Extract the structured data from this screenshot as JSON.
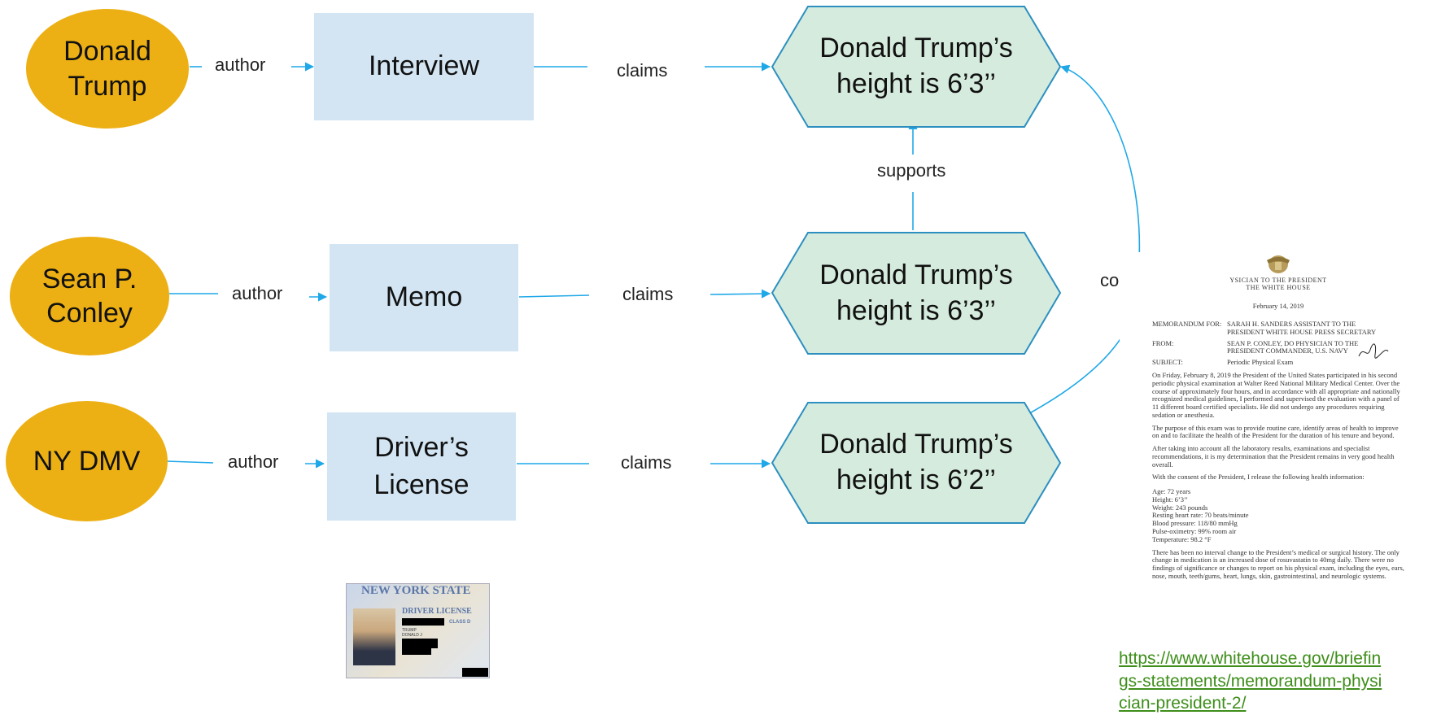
{
  "nodes": {
    "person_trump": "Donald Trump",
    "person_conley": "Sean P. Conley",
    "person_dmv": "NY DMV",
    "doc_interview": "Interview",
    "doc_memo": "Memo",
    "doc_license": "Driver’s License",
    "claim_1": "Donald Trump’s height is 6’3’’",
    "claim_2": "Donald Trump’s height is 6’3’’",
    "claim_3": "Donald Trump’s height is 6’2’’"
  },
  "edges": {
    "author_1": "author",
    "author_2": "author",
    "author_3": "author",
    "claims_1": "claims",
    "claims_2": "claims",
    "claims_3": "claims",
    "supports": "supports",
    "contradicts": "contradicts"
  },
  "memo": {
    "header_line1": "YSICIAN TO THE PRESIDENT",
    "header_line2": "THE WHITE HOUSE",
    "date": "February 14, 2019",
    "for_label": "MEMORANDUM FOR:",
    "for_value": "SARAH H. SANDERS ASSISTANT TO THE PRESIDENT WHITE HOUSE PRESS SECRETARY",
    "from_label": "FROM:",
    "from_value": "SEAN P. CONLEY, DO PHYSICIAN TO THE PRESIDENT COMMANDER, U.S. NAVY",
    "subject_label": "SUBJECT:",
    "subject_value": "Periodic Physical Exam",
    "p1": "On Friday, February 8, 2019 the President of the United States participated in his second periodic physical examination at Walter Reed National Military Medical Center. Over the course of approximately four hours, and in accordance with all appropriate and nationally recognized medical guidelines, I performed and supervised the evaluation with a panel of 11 different board certified specialists. He did not undergo any procedures requiring sedation or anesthesia.",
    "p2": "The purpose of this exam was to provide routine care, identify areas of health to improve on and to facilitate the health of the President for the duration of his tenure and beyond.",
    "p3": "After taking into account all the laboratory results, examinations and specialist recommendations, it is my determination that the President remains in very good health overall.",
    "p4": "With the consent of the President, I release the following health information:",
    "vitals": [
      "Age: 72 years",
      "Height: 6’3’’",
      "Weight: 243 pounds",
      "Resting heart rate: 70 beats/minute",
      "Blood pressure: 118/80 mmHg",
      "Pulse-oximetry: 99% room air",
      "Temperature: 98.2 °F"
    ],
    "p5": "There has been no interval change to the President’s medical or surgical history. The only change in medication is an increased dose of rosuvastatin to 40mg daily. There were no findings of significance or changes to report on his physical exam, including the eyes, ears, nose, mouth, teeth/gums, heart, lungs, skin, gastrointestinal, and neurologic systems."
  },
  "license": {
    "state": "NEW YORK STATE",
    "type": "DRIVER LICENSE",
    "class": "CLASS D",
    "surname": "TRUMP",
    "given": "DONALD J"
  },
  "source_link": "https://www.whitehouse.gov/briefings-statements/memorandum-physician-president-2/",
  "colors": {
    "ellipse": "#EDB014",
    "box": "#D3E5F3",
    "hex_fill": "#D5EBDD",
    "edge": "#1FA8E8",
    "link": "#3E8E1A"
  }
}
